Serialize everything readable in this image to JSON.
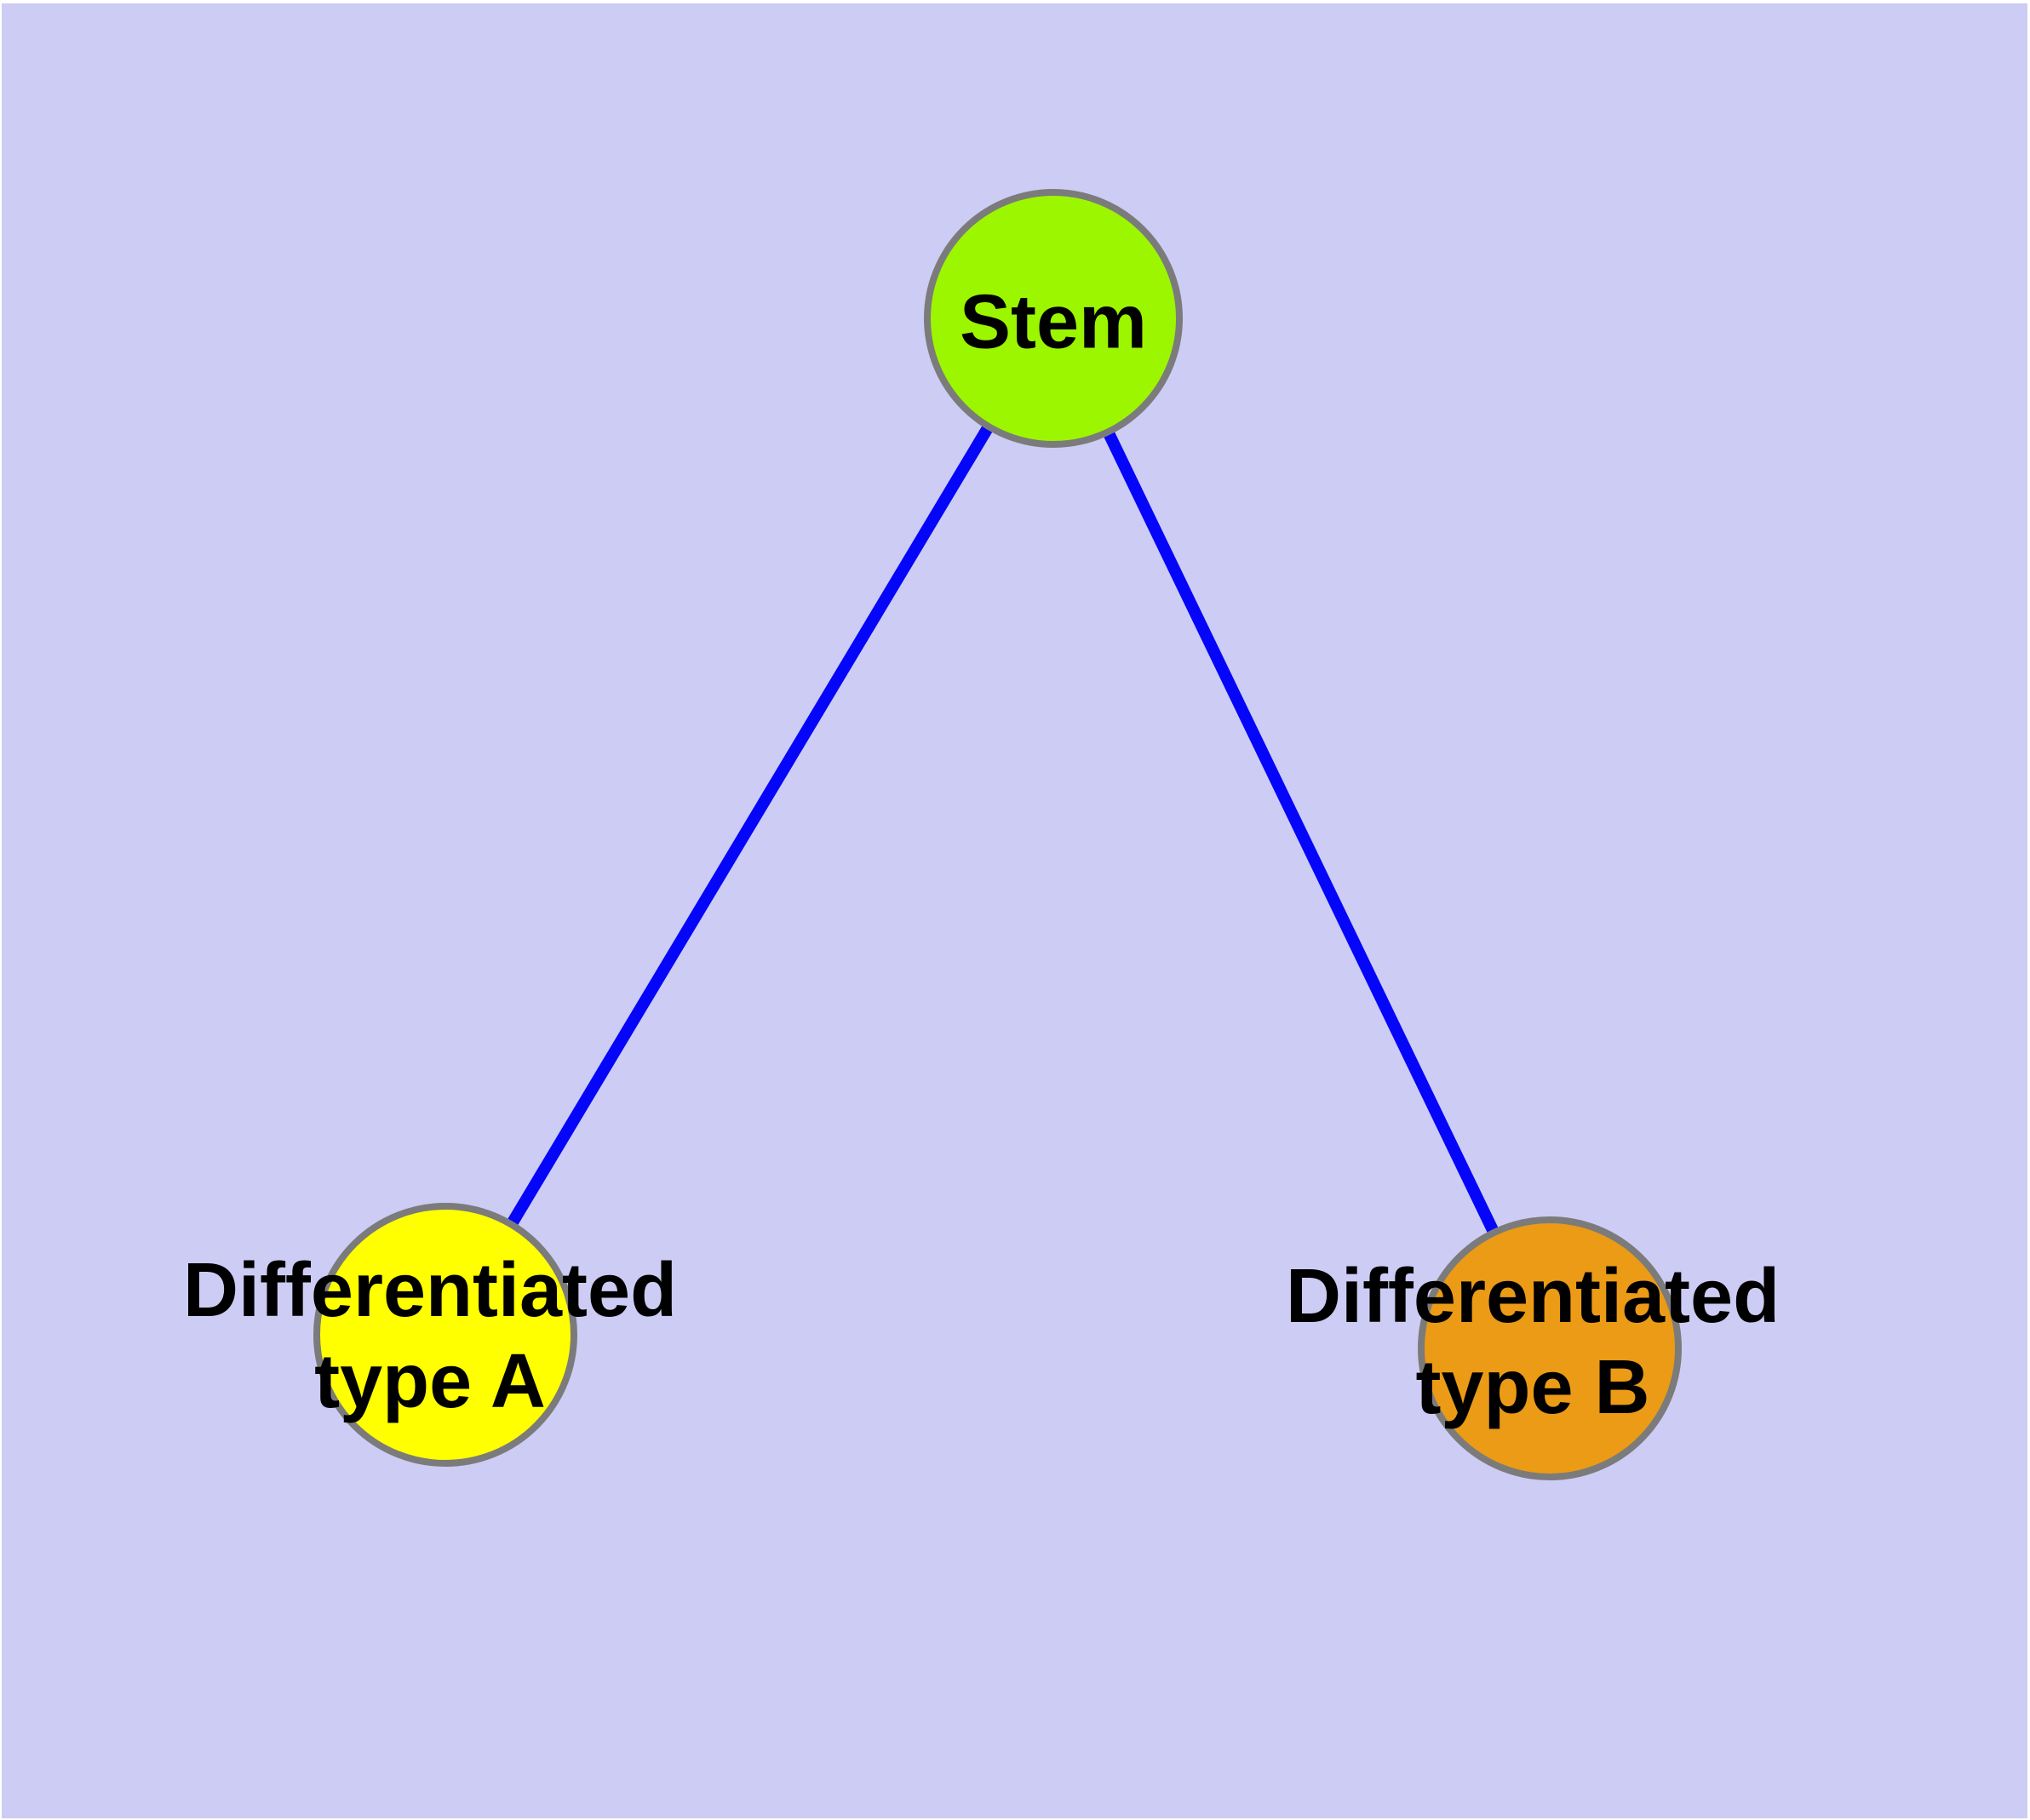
{
  "diagram": {
    "type": "node-link-graph",
    "background_color": "#CCCCF4",
    "frame_color": "#FFFFFF",
    "edge_color": "#0505FA",
    "node_border_color": "#7B7B7B",
    "label_color": "#000000",
    "nodes": [
      {
        "id": "stem",
        "label": "Stem",
        "color": "#9CF600"
      },
      {
        "id": "differentiated-type-a",
        "label_line1": "Differentiated",
        "label_line2": "type A",
        "color": "#FFFF00"
      },
      {
        "id": "differentiated-type-b",
        "label_line1": "Differentiated",
        "label_line2": "type B",
        "color": "#EB9B15"
      }
    ],
    "edges": [
      {
        "from": "stem",
        "to": "differentiated-type-a"
      },
      {
        "from": "stem",
        "to": "differentiated-type-b"
      }
    ]
  }
}
